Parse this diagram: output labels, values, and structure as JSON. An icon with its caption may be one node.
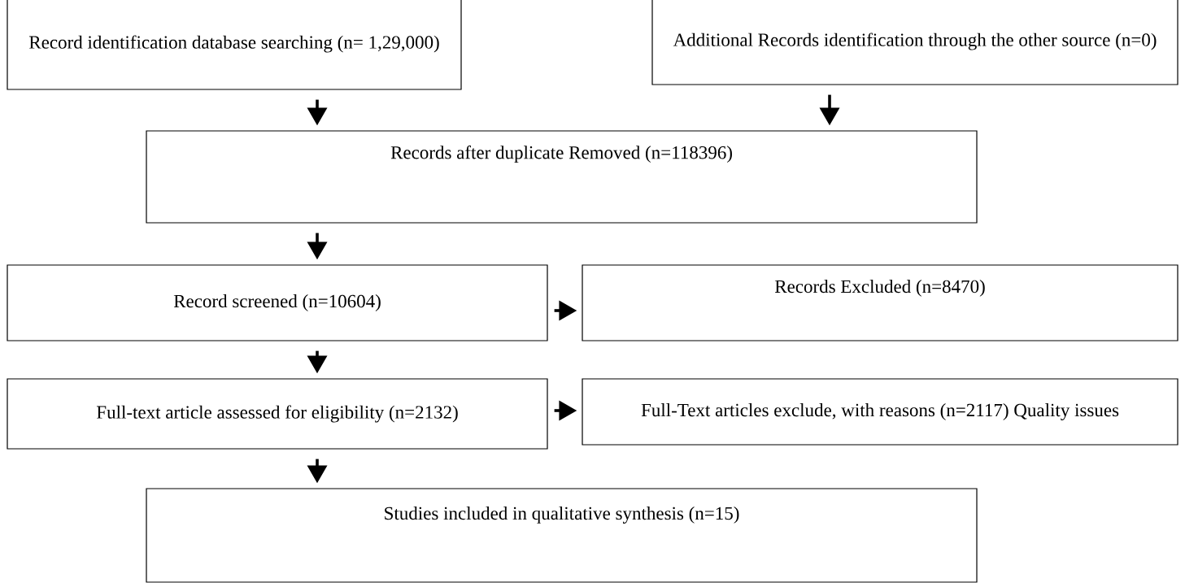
{
  "diagram": {
    "nodes": [
      {
        "text": [
          "Record identification database searching (n= 1,29,000)"
        ]
      },
      {
        "text": [
          "Additional Records identification through the other source (n=0)"
        ]
      },
      {
        "text": [
          "Records after duplicate Removed (n=118396)"
        ]
      },
      {
        "text": [
          "Record screened (n=10604)"
        ]
      },
      {
        "text": [
          "Records Excluded (n=8470)"
        ]
      },
      {
        "text": [
          "Full-text article assessed for eligibility (n=2132)"
        ]
      },
      {
        "text": [
          "Full-Text articles exclude, with reasons (n=2117) Quality issues"
        ]
      },
      {
        "text": [
          "Studies included in qualitative synthesis (n=15)"
        ]
      }
    ],
    "edges": [
      {
        "from": 0,
        "to": 2,
        "arrow": "to"
      },
      {
        "from": 1,
        "to": 2,
        "arrow": "to"
      },
      {
        "from": 2,
        "to": 3,
        "arrow": "to"
      },
      {
        "from": 3,
        "to": 4,
        "arrow": "to"
      },
      {
        "from": 3,
        "to": 5,
        "arrow": "to"
      },
      {
        "from": 5,
        "to": 6,
        "arrow": "to"
      },
      {
        "from": 5,
        "to": 7,
        "arrow": "to"
      }
    ]
  }
}
